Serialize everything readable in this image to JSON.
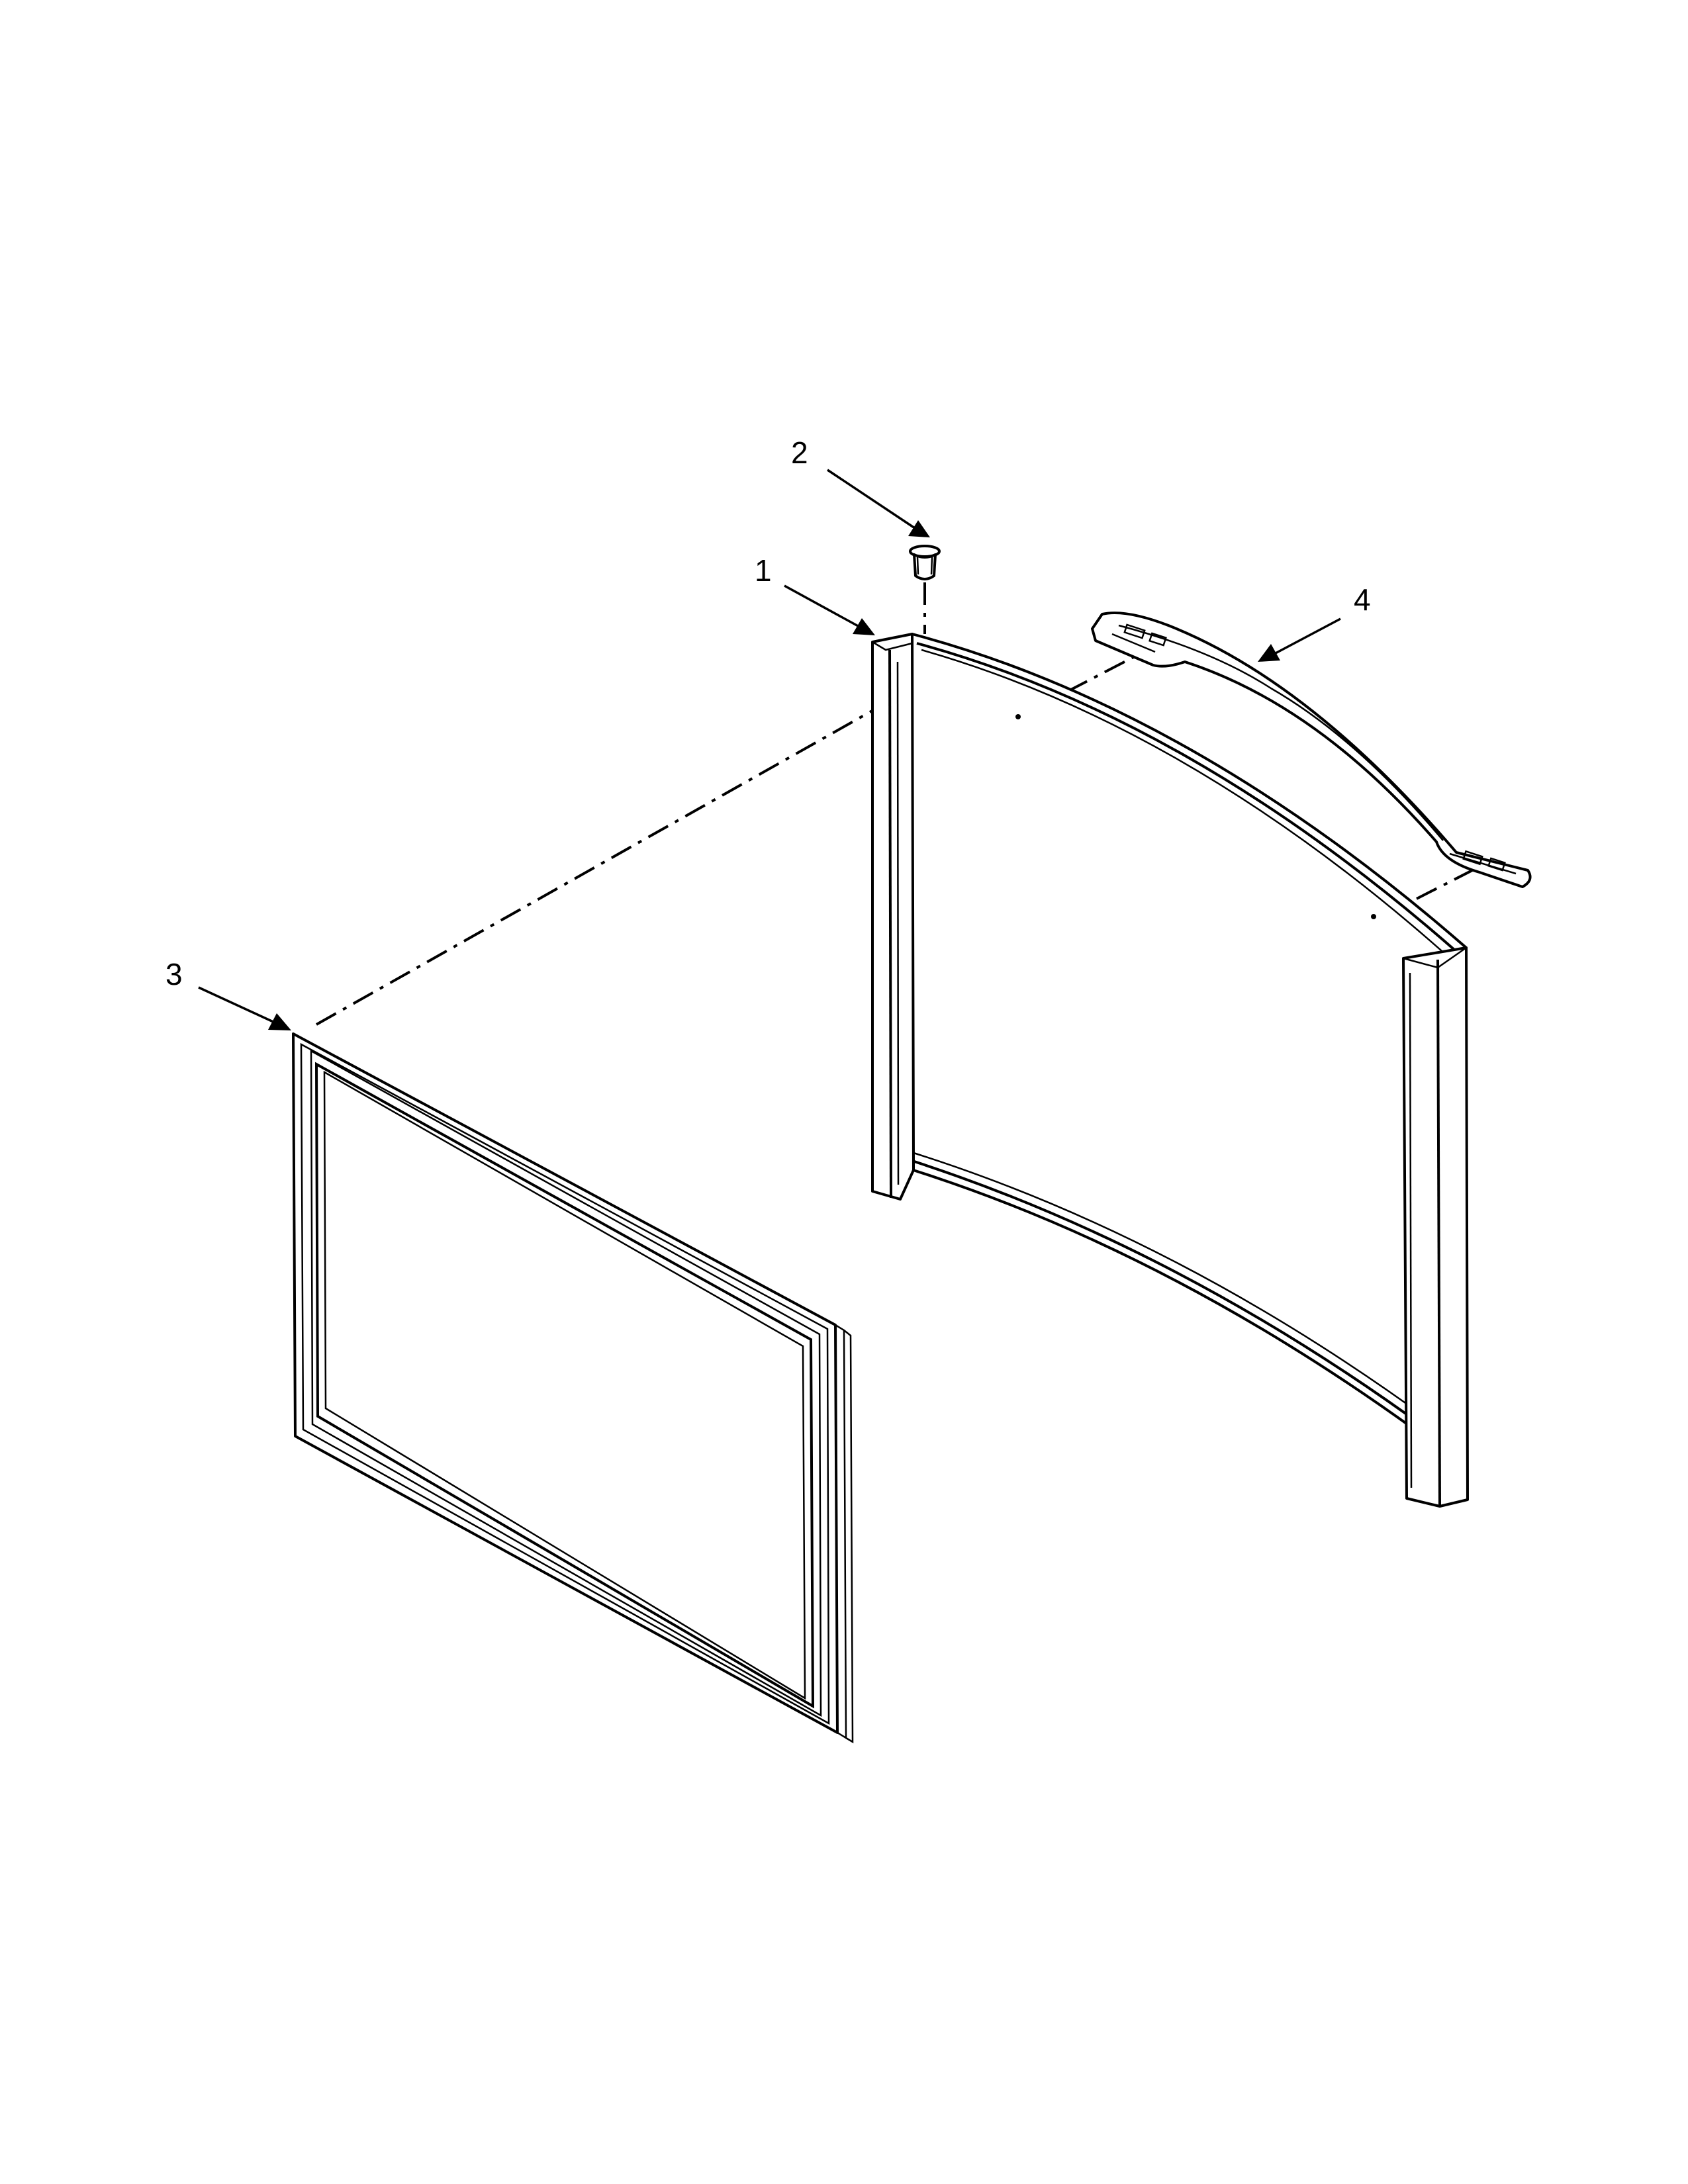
{
  "diagram": {
    "type": "exploded parts diagram",
    "callouts": [
      {
        "id": "1",
        "label": "1"
      },
      {
        "id": "2",
        "label": "2"
      },
      {
        "id": "3",
        "label": "3"
      },
      {
        "id": "4",
        "label": "4"
      }
    ]
  }
}
